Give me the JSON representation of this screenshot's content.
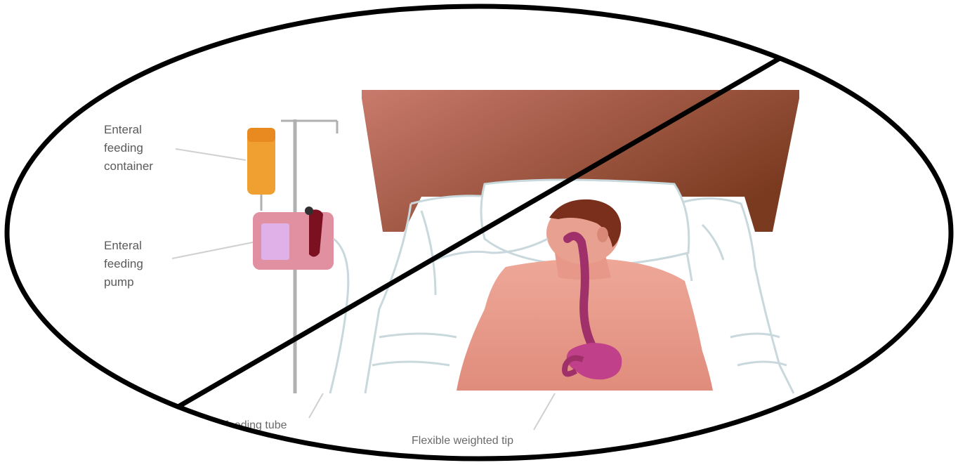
{
  "labels": {
    "container": [
      "Enteral",
      "feeding",
      "container"
    ],
    "pump": [
      "Enteral",
      "feeding",
      "pump"
    ],
    "tube": "NG feeding tube",
    "weighted_tip": "Flexible weighted tip"
  },
  "colors": {
    "outline": "#000000",
    "headboard_top": "#c97a6c",
    "headboard_bottom": "#7a3a20",
    "skin": "#e8a090",
    "skin_shade": "#d98878",
    "hair": "#7a2e1c",
    "tract": "#a0306a",
    "stomach": "#c0408a",
    "container": "#f0a030",
    "pump_body": "#e090a0",
    "pump_screen": "#e0b0e8",
    "bed_lines": "#c8d8dc",
    "pole": "#b0b0b0"
  },
  "icons": {
    "prohibition": "no-symbol-icon"
  }
}
